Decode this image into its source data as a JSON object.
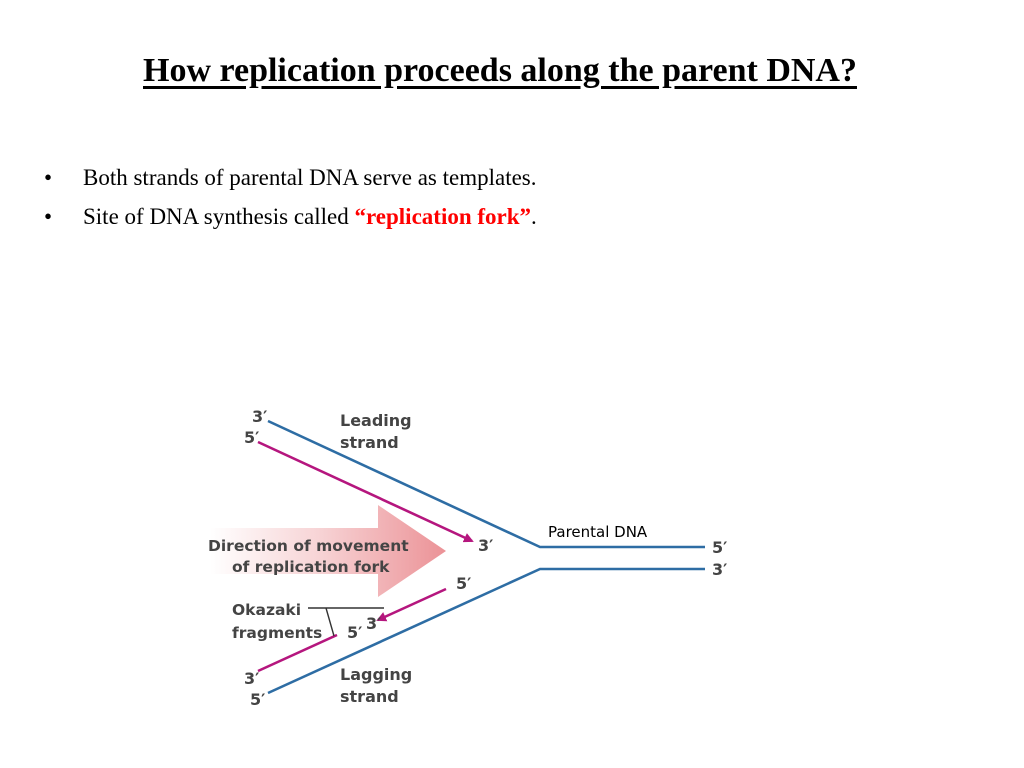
{
  "slide": {
    "title": "How replication proceeds along the parent DNA?",
    "bullets": [
      {
        "text": "Both strands of parental DNA serve as templates."
      },
      {
        "prefix": "Site of DNA synthesis called ",
        "highlight": "“replication fork”",
        "suffix": "."
      }
    ],
    "bullet_marker": "•"
  },
  "diagram": {
    "colors": {
      "parental_strand": "#2e6da4",
      "new_strand": "#b5167e",
      "fork_arrow": "#e9868b",
      "text": "#444444"
    },
    "labels": {
      "leading_strand_line1": "Leading",
      "leading_strand_line2": "strand",
      "lagging_strand_line1": "Lagging",
      "lagging_strand_line2": "strand",
      "direction_line1": "Direction of movement",
      "direction_line2": "of replication fork",
      "okazaki_line1": "Okazaki",
      "okazaki_line2": "fragments",
      "parental_dna": "Parental DNA"
    },
    "ends": {
      "top_upper": "3′",
      "top_lower": "5′",
      "leading_tip": "3′",
      "right_upper": "5′",
      "right_lower": "3′",
      "okazaki_end": "5′",
      "okazaki_first_3": "3′",
      "fragment_5": "5′",
      "bottom_upper": "3′",
      "bottom_lower": "5′"
    }
  }
}
